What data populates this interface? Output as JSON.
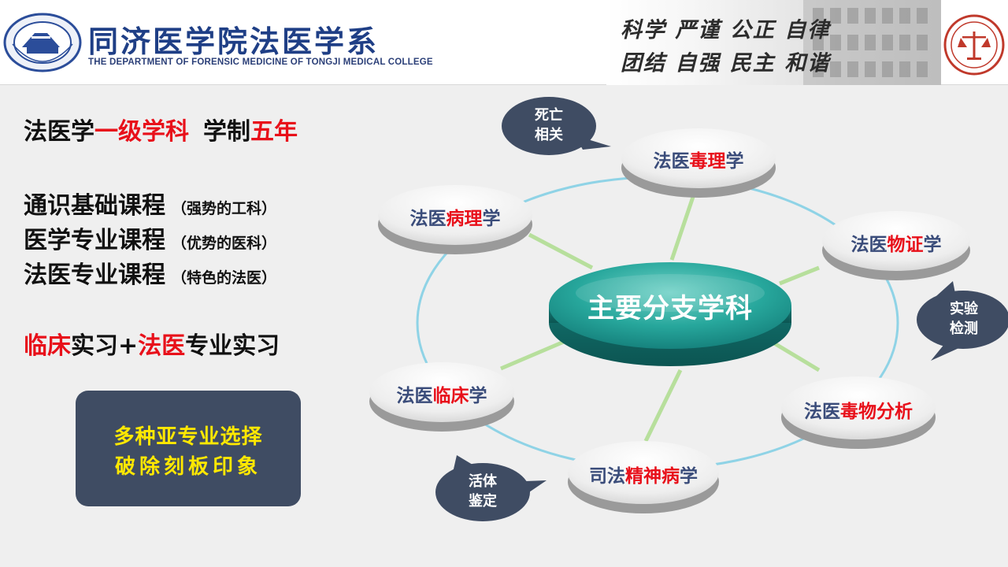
{
  "header": {
    "school_name": "同济医学院法医学系",
    "school_name_en": "THE DEPARTMENT OF FORENSIC MEDICINE OF TONGJI MEDICAL COLLEGE",
    "motto_line1": "科学 严谨 公正 自律",
    "motto_line2": "团结 自强 民主 和谐"
  },
  "left": {
    "discipline": {
      "a": "法医学",
      "b": "一级学科",
      "c": "学制",
      "d": "五年"
    },
    "courses": [
      {
        "name": "通识基础课程",
        "note": "（强势的工科）"
      },
      {
        "name": "医学专业课程",
        "note": "（优势的医科）"
      },
      {
        "name": "法医专业课程",
        "note": "（特色的法医）"
      }
    ],
    "practice": {
      "a": "临床",
      "b": "实习+",
      "c": "法医",
      "d": "专业实习"
    },
    "choice_box": {
      "line1": "多种亚专业选择",
      "line2": "破除刻板印象"
    }
  },
  "diagram": {
    "center": "主要分支学科",
    "nodes": {
      "toxicology": {
        "pre": "法医",
        "hl": "毒理",
        "post": "学"
      },
      "pathology": {
        "pre": "法医",
        "hl": "病理",
        "post": "学"
      },
      "evidence": {
        "pre": "法医",
        "hl": "物证",
        "post": "学"
      },
      "clinical": {
        "pre": "法医",
        "hl": "临床",
        "post": "学"
      },
      "toxanalysis": {
        "pre": "法医",
        "hl": "毒物分析",
        "post": ""
      },
      "psychiatry": {
        "pre": "司法",
        "hl": "精神病",
        "post": "学"
      }
    },
    "bubbles": {
      "death": {
        "l1": "死亡",
        "l2": "相关"
      },
      "lab": {
        "l1": "实验",
        "l2": "检测"
      },
      "living": {
        "l1": "活体",
        "l2": "鉴定"
      }
    }
  },
  "colors": {
    "accent_red": "#e8101a",
    "school_blue": "#1f3f86",
    "node_text": "#3a4c7a",
    "dark_panel": "#3f4c63",
    "center_teal": "#1e8f88",
    "choice_yellow": "#ffe800"
  }
}
